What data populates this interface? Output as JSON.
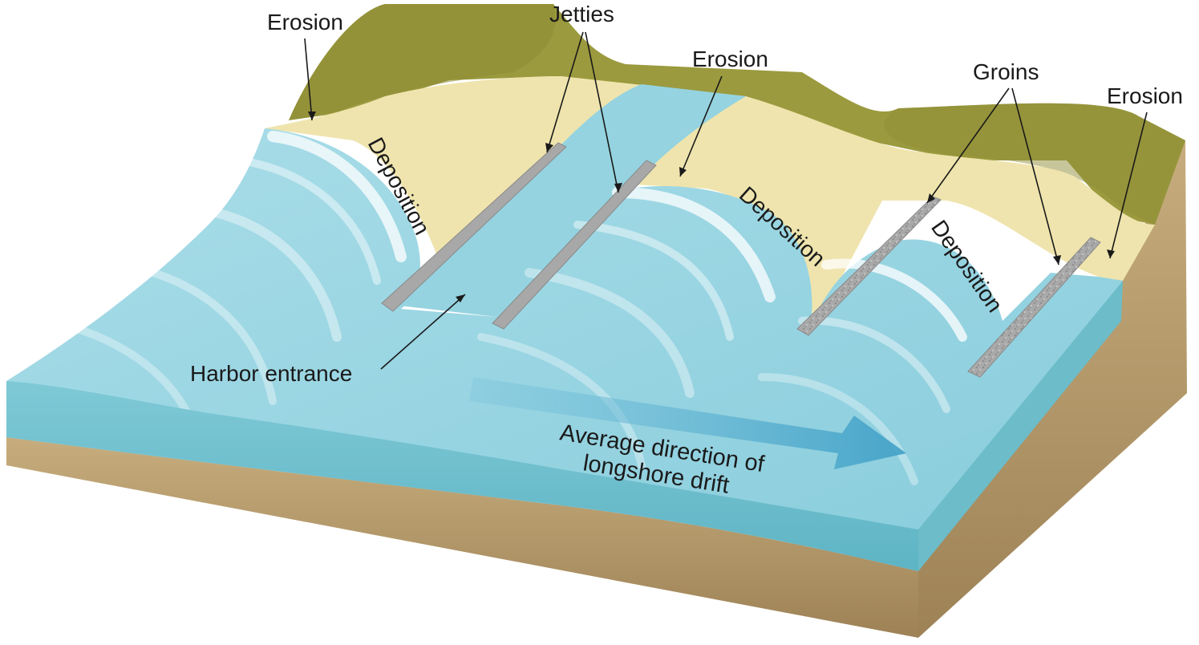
{
  "labels": {
    "erosion_left": "Erosion",
    "jetties": "Jetties",
    "erosion_middle": "Erosion",
    "groins": "Groins",
    "erosion_right": "Erosion",
    "deposition_1": "Deposition",
    "deposition_2": "Deposition",
    "deposition_3": "Deposition",
    "harbor_entrance": "Harbor entrance",
    "drift_line1": "Average direction of",
    "drift_line2": "longshore drift"
  },
  "colors": {
    "land": "#9b9a3e",
    "sand": "#efe4ad",
    "water": "#8fd0de",
    "water_side": "#6cbcc9",
    "soil": "#b59a6b",
    "structure": "#a8a8a8",
    "arrow": "#4aa8c9"
  }
}
